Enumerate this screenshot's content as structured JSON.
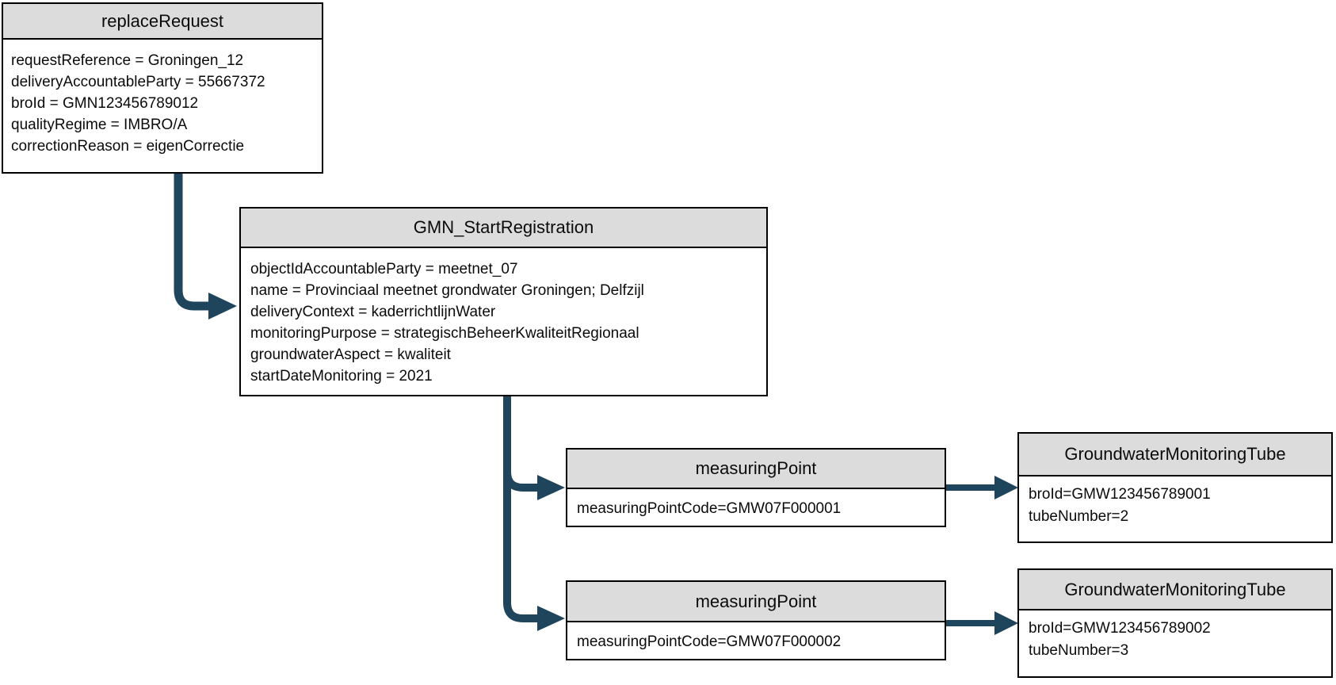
{
  "colors": {
    "arrow": "#1F455C",
    "header_fill": "#DCDCDC",
    "border": "#000000",
    "background": "#FFFFFF"
  },
  "nodes": {
    "replaceRequest": {
      "title": "replaceRequest",
      "lines": [
        "requestReference = Groningen_12",
        "deliveryAccountableParty = 55667372",
        "broId = GMN123456789012",
        "qualityRegime = IMBRO/A",
        "correctionReason = eigenCorrectie"
      ]
    },
    "gmnStartRegistration": {
      "title": "GMN_StartRegistration",
      "lines": [
        "objectIdAccountableParty = meetnet_07",
        "name = Provinciaal meetnet grondwater Groningen; Delfzijl",
        "deliveryContext = kaderrichtlijnWater",
        "monitoringPurpose = strategischBeheerKwaliteitRegionaal",
        "groundwaterAspect = kwaliteit",
        "startDateMonitoring = 2021"
      ]
    },
    "measuringPoint1": {
      "title": "measuringPoint",
      "lines": [
        "measuringPointCode=GMW07F000001"
      ]
    },
    "measuringPoint2": {
      "title": "measuringPoint",
      "lines": [
        "measuringPointCode=GMW07F000002"
      ]
    },
    "tube1": {
      "title": "GroundwaterMonitoringTube",
      "lines": [
        "broId=GMW123456789001",
        "tubeNumber=2"
      ]
    },
    "tube2": {
      "title": "GroundwaterMonitoringTube",
      "lines": [
        "broId=GMW123456789002",
        "tubeNumber=3"
      ]
    }
  },
  "connectors": [
    {
      "from": "replaceRequest",
      "to": "gmnStartRegistration"
    },
    {
      "from": "gmnStartRegistration",
      "to": "measuringPoint1"
    },
    {
      "from": "gmnStartRegistration",
      "to": "measuringPoint2"
    },
    {
      "from": "measuringPoint1",
      "to": "tube1"
    },
    {
      "from": "measuringPoint2",
      "to": "tube2"
    }
  ]
}
